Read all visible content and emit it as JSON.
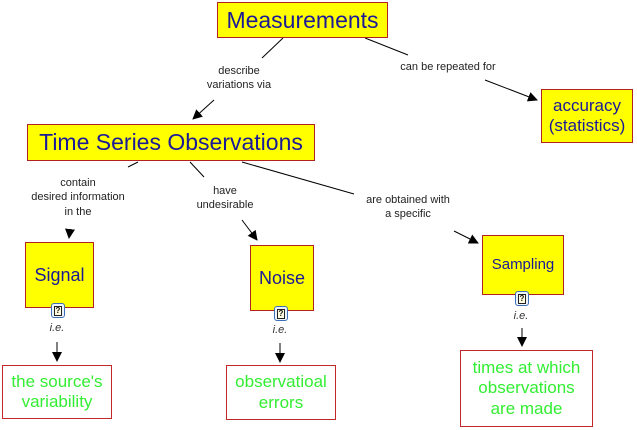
{
  "concepts": {
    "measurements": "Measurements",
    "accuracy_line1": "accuracy",
    "accuracy_line2": "(statistics)",
    "time_series": "Time Series Observations",
    "signal": "Signal",
    "noise": "Noise",
    "sampling": "Sampling"
  },
  "linking_phrases": {
    "describe_line1": "describe",
    "describe_line2": "variations via",
    "repeated": "can be repeated for",
    "contain_line1": "contain",
    "contain_line2": "desired information",
    "contain_line3": "in the",
    "have_line1": "have",
    "have_line2": "undesirable",
    "obtained_line1": "are obtained with",
    "obtained_line2": "a specific"
  },
  "annotations": {
    "signal_ie": "i.e.",
    "noise_ie": "i.e.",
    "sampling_ie": "i.e.",
    "resource_icon_glyph": "?"
  },
  "leaves": {
    "signal_line1": "the source's",
    "signal_line2": "variability",
    "noise_line1": "observatioal",
    "noise_line2": "errors",
    "sampling_line1": "times at which",
    "sampling_line2": "observations",
    "sampling_line3": "are made"
  },
  "colors": {
    "concept_fill": "#ffff00",
    "concept_border": "#b22222",
    "concept_text": "#1a1a99",
    "leaf_text": "#33ee33",
    "leaf_border": "#c0282a"
  }
}
